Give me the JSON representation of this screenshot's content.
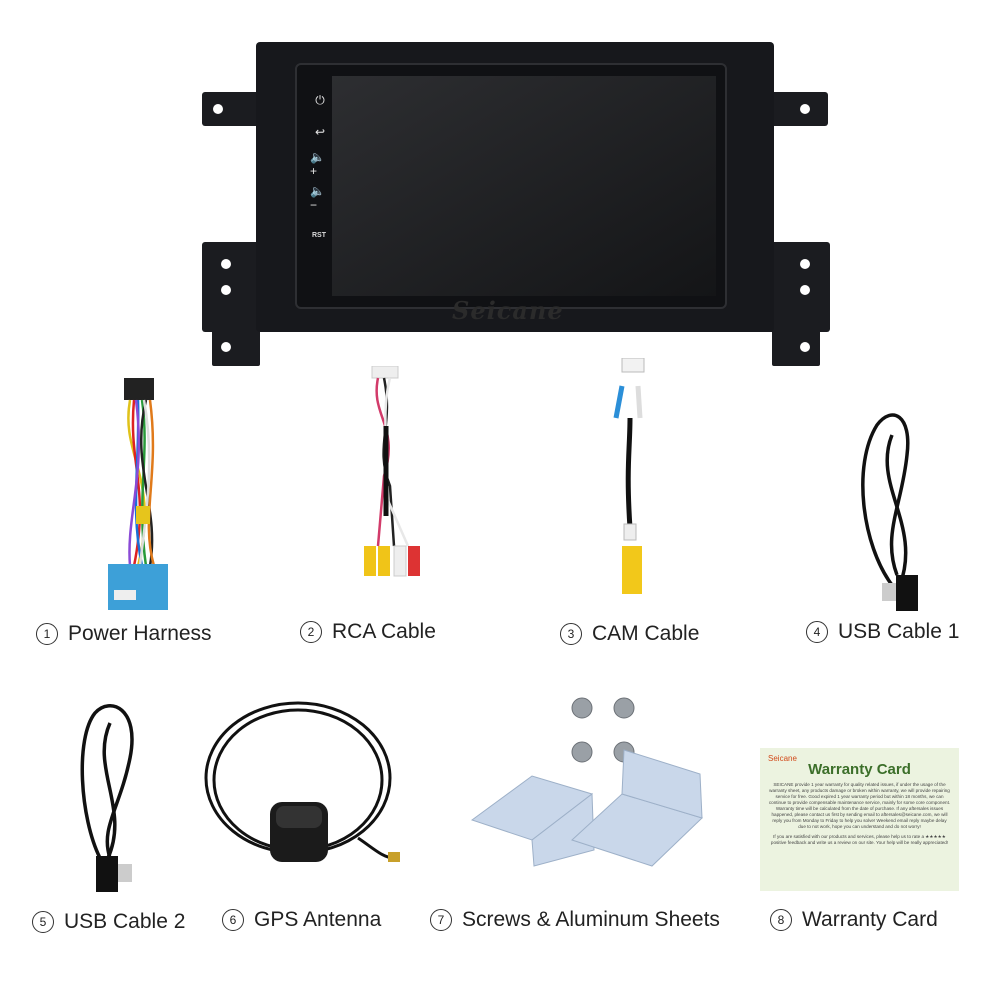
{
  "head_unit": {
    "brand_watermark": "Seicane",
    "buttons": [
      {
        "name": "power",
        "icon": "power-icon"
      },
      {
        "name": "back",
        "icon": "back-icon"
      },
      {
        "name": "volume-up",
        "icon": "volume-up-icon"
      },
      {
        "name": "volume-down",
        "icon": "volume-down-icon"
      }
    ],
    "reset_label": "RST"
  },
  "items": [
    {
      "num": "1",
      "label": "Power Harness"
    },
    {
      "num": "2",
      "label": "RCA Cable"
    },
    {
      "num": "3",
      "label": "CAM Cable"
    },
    {
      "num": "4",
      "label": "USB Cable 1"
    },
    {
      "num": "5",
      "label": "USB Cable 2"
    },
    {
      "num": "6",
      "label": "GPS Antenna"
    },
    {
      "num": "7",
      "label": "Screws & Aluminum Sheets"
    },
    {
      "num": "8",
      "label": "Warranty Card"
    }
  ],
  "warranty_card": {
    "brand": "Seicane",
    "title": "Warranty Card",
    "body": "SEICANE provide 1 year warranty for quality related issues, if under the usage of the warranty sheet, any products damage or broken within warranty, we will provide repairing service for free. Good expired 1 year warranty period but within 18 months, we can continue to provide compensable maintenance service, mainly for some core component. Warranty time will be calculated from the date of purchase. If any aftersales issues happened, please contact us first by sending email to aftersales@seicane.com, we will reply you from Monday to Friday to help you solve! Weekend email reply maybe delay due to not work, hope you can understand and do not worry!",
    "footer": "If you are satisfied with our products and services, please help us to rate a ★★★★★ positive feedback and write us a review on our site. Your help will be really appreciated!"
  },
  "colors": {
    "unit_frame": "#17181c",
    "screen": "#202124",
    "card_bg": "#ecf3e0",
    "card_title": "#3c6f2a",
    "card_brand": "#d24a1a",
    "bracket": "#c9d7ea"
  }
}
